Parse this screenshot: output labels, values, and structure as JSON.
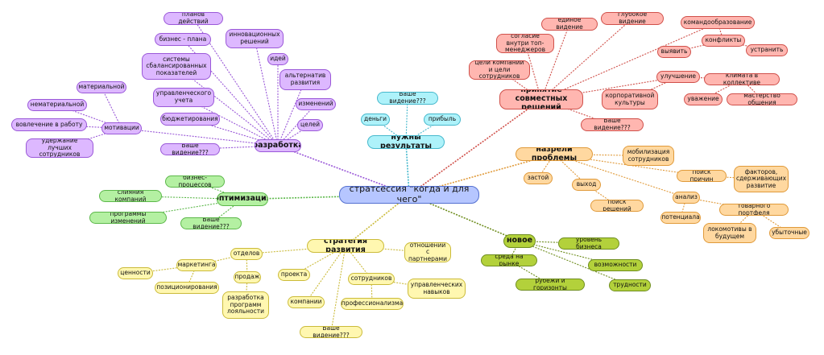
{
  "root": {
    "label": "стратсессия \"когда и для чего\""
  },
  "colors": {
    "purple": "#9a58d8",
    "red": "#d0504a",
    "orange": "#e09a3a",
    "yellow": "#cbbb3a",
    "green": "#5cb84a",
    "olive": "#6f8e1f",
    "cyan": "#45b8cc",
    "root": "#5470d0"
  },
  "branches": {
    "razrabotka": {
      "label": "разработка",
      "items": [
        "планов действий",
        "бизнес - плана",
        "инновационных решений",
        "системы сбалансированных показателей",
        "идей",
        "альтернатив развития",
        "изменений",
        "целей",
        "управленческого учета",
        "бюджетирования",
        "Ваше видение???"
      ],
      "motivation": {
        "label": "мотивации",
        "items": [
          "материальной",
          "нематериальной",
          "вовлечение в работу",
          "удержание лучших сотрудников"
        ]
      }
    },
    "results": {
      "label": "нужны результаты",
      "items": [
        "Ваше видение???",
        "деньги",
        "прибыль"
      ]
    },
    "prinyatie": {
      "label": "принятие совместных решений",
      "items": [
        "согласие внутри топ-менеджеров",
        "единое видение",
        "глубокое видение",
        "цели компании и цели сотрудников",
        "Ваше видение???"
      ],
      "komanda": {
        "label": "командообразование",
        "konflikty": "конфликты",
        "items": [
          "выявить",
          "устранить"
        ]
      },
      "uluchshenie": {
        "label": "улучшение",
        "items": [
          "корпоративной культуры",
          "климата в коллективе"
        ],
        "klimat_items": [
          "уважение",
          "мастерство общения"
        ]
      }
    },
    "problemy": {
      "label": "назрели проблемы",
      "items": [
        "мобилизация сотрудников",
        "застой",
        "выход",
        "поиск решений",
        "поиск причин",
        "факторов, сдерживающих развитие"
      ],
      "analiz": {
        "label": "анализ",
        "items": [
          "потенциала",
          "товарного портфеля"
        ],
        "portfel_items": [
          "локомотивы в будущем",
          "убыточные"
        ]
      }
    },
    "optimizaciya": {
      "label": "оптимизация",
      "items": [
        "бизнес-процессов",
        "слияния компаний",
        "программы изменений",
        "Ваше видение???"
      ]
    },
    "strategiya": {
      "label": "стратегия развития",
      "items": [
        "отделов",
        "маркетинга",
        "ценности",
        "позиционирования",
        "продаж",
        "разработка программ лояльности",
        "проекта",
        "компании",
        "сотрудников",
        "профессионализма",
        "управленческих навыков",
        "отношений с партнерами",
        "Ваше видение???"
      ]
    },
    "novoe": {
      "label": "новое",
      "items": [
        "уровень бизнеса",
        "среда на рынке",
        "возможности",
        "рубежи и горизонты",
        "трудности"
      ]
    }
  }
}
